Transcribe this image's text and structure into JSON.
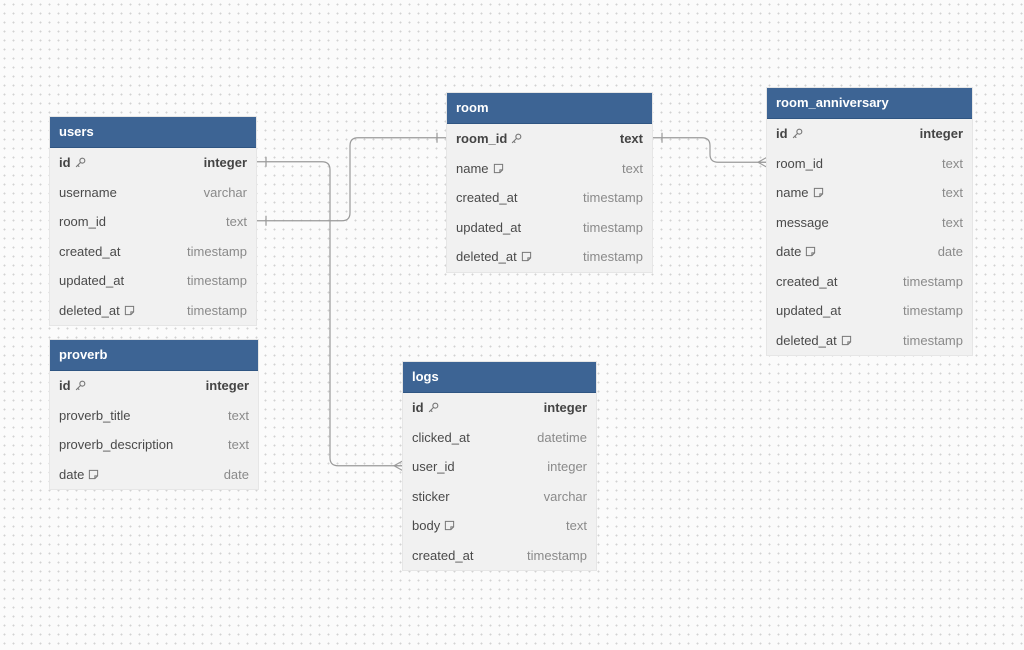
{
  "tables": [
    {
      "id": "users",
      "name": "users",
      "columns": [
        {
          "name": "id",
          "type": "integer",
          "pk": true,
          "note": false
        },
        {
          "name": "username",
          "type": "varchar",
          "pk": false,
          "note": false
        },
        {
          "name": "room_id",
          "type": "text",
          "pk": false,
          "note": false
        },
        {
          "name": "created_at",
          "type": "timestamp",
          "pk": false,
          "note": false
        },
        {
          "name": "updated_at",
          "type": "timestamp",
          "pk": false,
          "note": false
        },
        {
          "name": "deleted_at",
          "type": "timestamp",
          "pk": false,
          "note": true
        }
      ]
    },
    {
      "id": "proverb",
      "name": "proverb",
      "columns": [
        {
          "name": "id",
          "type": "integer",
          "pk": true,
          "note": false
        },
        {
          "name": "proverb_title",
          "type": "text",
          "pk": false,
          "note": false
        },
        {
          "name": "proverb_description",
          "type": "text",
          "pk": false,
          "note": false
        },
        {
          "name": "date",
          "type": "date",
          "pk": false,
          "note": true
        }
      ]
    },
    {
      "id": "room",
      "name": "room",
      "columns": [
        {
          "name": "room_id",
          "type": "text",
          "pk": true,
          "note": false
        },
        {
          "name": "name",
          "type": "text",
          "pk": false,
          "note": true
        },
        {
          "name": "created_at",
          "type": "timestamp",
          "pk": false,
          "note": false
        },
        {
          "name": "updated_at",
          "type": "timestamp",
          "pk": false,
          "note": false
        },
        {
          "name": "deleted_at",
          "type": "timestamp",
          "pk": false,
          "note": true
        }
      ]
    },
    {
      "id": "room_anniversary",
      "name": "room_anniversary",
      "columns": [
        {
          "name": "id",
          "type": "integer",
          "pk": true,
          "note": false
        },
        {
          "name": "room_id",
          "type": "text",
          "pk": false,
          "note": false
        },
        {
          "name": "name",
          "type": "text",
          "pk": false,
          "note": true
        },
        {
          "name": "message",
          "type": "text",
          "pk": false,
          "note": false
        },
        {
          "name": "date",
          "type": "date",
          "pk": false,
          "note": true
        },
        {
          "name": "created_at",
          "type": "timestamp",
          "pk": false,
          "note": false
        },
        {
          "name": "updated_at",
          "type": "timestamp",
          "pk": false,
          "note": false
        },
        {
          "name": "deleted_at",
          "type": "timestamp",
          "pk": false,
          "note": true
        }
      ]
    },
    {
      "id": "logs",
      "name": "logs",
      "columns": [
        {
          "name": "id",
          "type": "integer",
          "pk": true,
          "note": false
        },
        {
          "name": "clicked_at",
          "type": "datetime",
          "pk": false,
          "note": false
        },
        {
          "name": "user_id",
          "type": "integer",
          "pk": false,
          "note": false
        },
        {
          "name": "sticker",
          "type": "varchar",
          "pk": false,
          "note": false
        },
        {
          "name": "body",
          "type": "text",
          "pk": false,
          "note": true
        },
        {
          "name": "created_at",
          "type": "timestamp",
          "pk": false,
          "note": false
        }
      ]
    }
  ],
  "relations": [
    {
      "from": "users.room_id",
      "to": "room.room_id",
      "from_end": "one",
      "to_end": "one"
    },
    {
      "from": "users.id",
      "to": "logs.user_id",
      "from_end": "one",
      "to_end": "many"
    },
    {
      "from": "room.room_id",
      "to": "room_anniversary.room_id",
      "from_end": "one",
      "to_end": "many"
    }
  ],
  "colors": {
    "header": "#3d6494",
    "body": "#f1f1f1",
    "line": "#9a9a9a"
  }
}
